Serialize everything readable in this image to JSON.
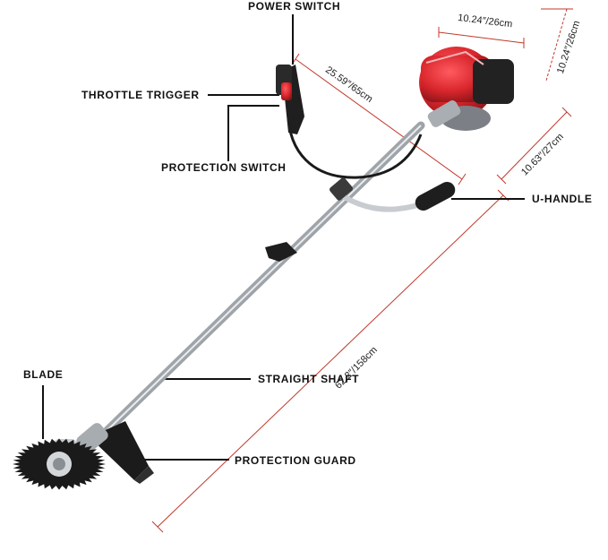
{
  "labels": {
    "power_switch": "POWER SWITCH",
    "throttle_trigger": "THROTTLE TRIGGER",
    "protection_switch": "PROTECTION SWITCH",
    "u_handle": "U-HANDLE",
    "blade": "BLADE",
    "straight_shaft": "STRAIGHT SHAFT",
    "protection_guard": "PROTECTION GUARD"
  },
  "dimensions": {
    "engine_width": "10.24″/26cm",
    "engine_height": "10.24″/26cm",
    "upper_section": "25.59″/65cm",
    "handle_height": "10.63″/27cm",
    "total_length": "62.2″/158cm"
  },
  "colors": {
    "engine_red": "#d8262c",
    "dimension_line": "#c0392b",
    "shaft": "#b9bdc2",
    "callout": "#111111"
  }
}
